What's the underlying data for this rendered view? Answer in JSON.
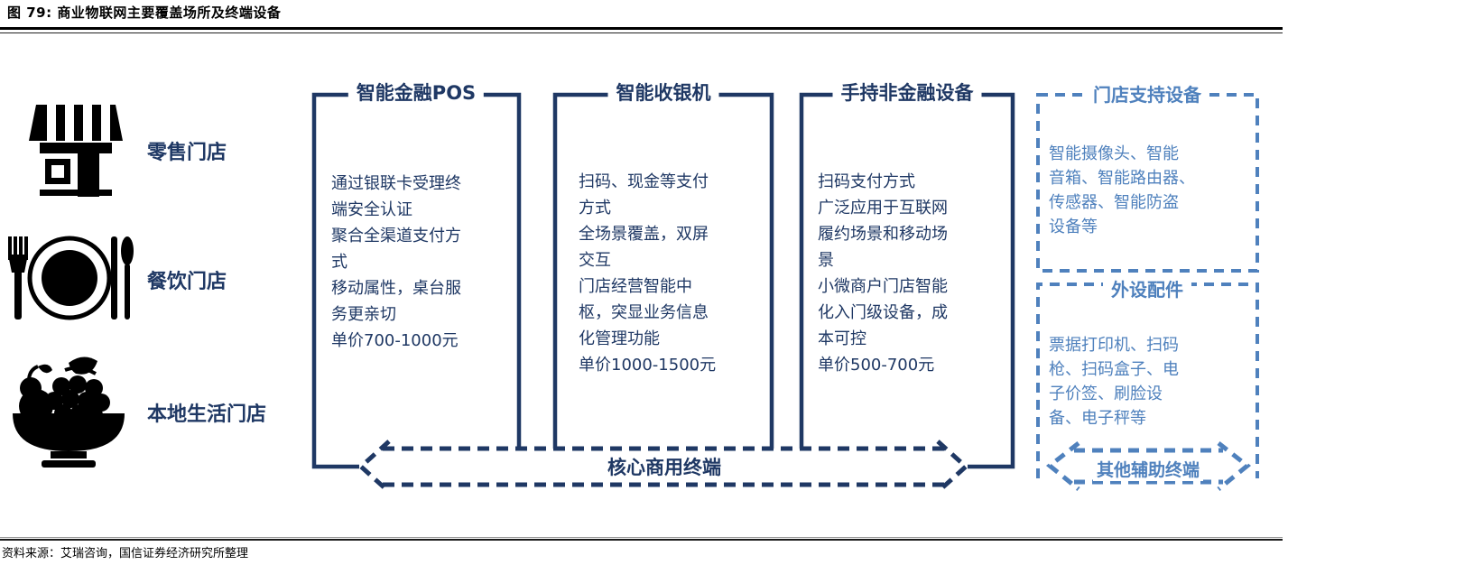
{
  "page": {
    "title": "图 79: 商业物联网主要覆盖场所及终端设备",
    "source": "资料来源：艾瑞咨询，国信证券经济研究所整理"
  },
  "colors": {
    "navy": "#1F3864",
    "blue": "#4F81BD",
    "icon_black": "#000000"
  },
  "venues": [
    {
      "label": "零售门店",
      "icon": "storefront-icon"
    },
    {
      "label": "餐饮门店",
      "icon": "restaurant-icon"
    },
    {
      "label": "本地生活门店",
      "icon": "fruit-bowl-icon"
    }
  ],
  "core": {
    "arrow_label": "核心商用终端",
    "boxes": [
      {
        "title": "智能金融POS",
        "body": "通过银联卡受理终\n端安全认证\n聚合全渠道支付方\n式\n移动属性，桌台服\n务更亲切\n单价700-1000元"
      },
      {
        "title": "智能收银机",
        "body": "扫码、现金等支付\n方式\n全场景覆盖，双屏\n交互\n门店经营智能中\n枢，突显业务信息\n化管理功能\n单价1000-1500元"
      },
      {
        "title": "手持非金融设备",
        "body": "扫码支付方式\n广泛应用于互联网\n履约场景和移动场\n景\n小微商户门店智能\n化入门级设备，成\n本可控\n单价500-700元"
      }
    ]
  },
  "aux": {
    "arrow_label": "其他辅助终端",
    "boxes": [
      {
        "title": "门店支持设备",
        "body": "智能摄像头、智能\n音箱、智能路由器、\n传感器、智能防盗\n设备等"
      },
      {
        "title": "外设配件",
        "body": "票据打印机、扫码\n枪、扫码盒子、电\n子价签、刷脸设\n备、电子秤等"
      }
    ]
  }
}
